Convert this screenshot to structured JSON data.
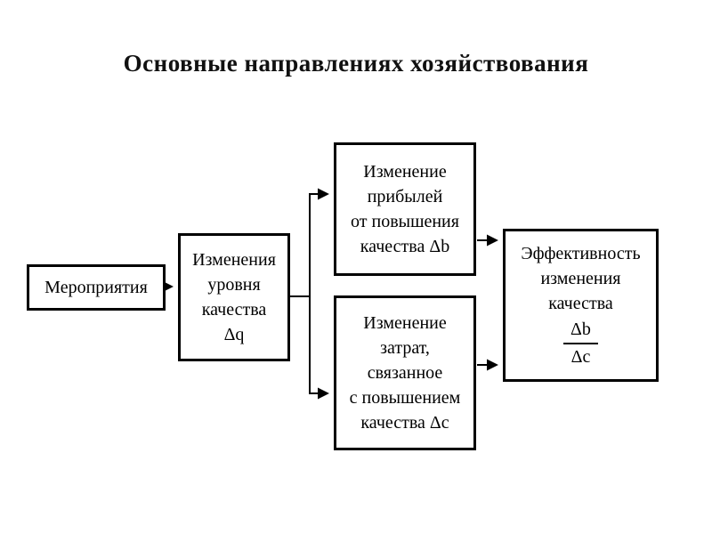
{
  "title": "Основные направлениях хозяйствования",
  "diagram": {
    "boxes": {
      "measures": {
        "lines": [
          "Мероприятия"
        ]
      },
      "quality_change": {
        "lines": [
          "Изменения",
          "уровня",
          "качества",
          "Δq"
        ]
      },
      "profit_change": {
        "lines": [
          "Изменение",
          "прибылей",
          "от повышения",
          "качества Δb"
        ]
      },
      "cost_change": {
        "lines": [
          "Изменение",
          "затрат,",
          "связанное",
          "с повышением",
          "качества Δc"
        ]
      },
      "efficiency": {
        "lines": [
          "Эффективность",
          "изменения",
          "качества"
        ],
        "fraction": {
          "numerator": "Δb",
          "denominator": "Δc"
        }
      }
    }
  }
}
